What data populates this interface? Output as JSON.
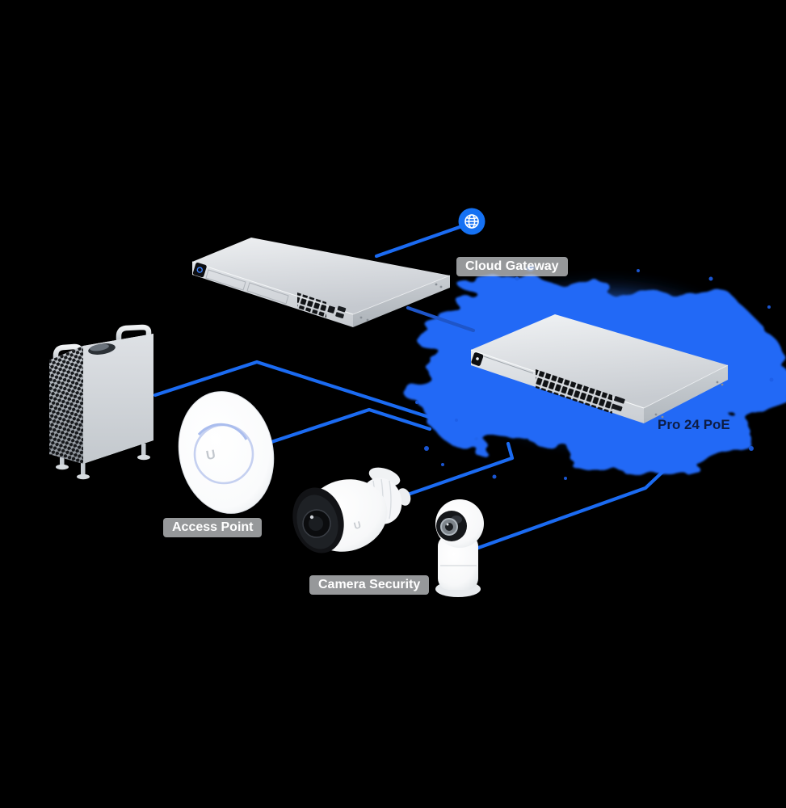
{
  "diagram": {
    "labels": {
      "cloud_gateway": "Cloud Gateway",
      "pro_24_poe": "Pro 24 PoE",
      "access_point": "Access Point",
      "camera_security": "Camera Security"
    },
    "device_marks": {
      "ap_logo": "U",
      "camera_logo": "U"
    },
    "icons": [
      {
        "name": "globe-icon",
        "meaning": "internet"
      }
    ],
    "connections": [
      {
        "from": "internet-globe",
        "to": "cloud-gateway"
      },
      {
        "from": "cloud-gateway",
        "to": "pro-24-poe-switch"
      },
      {
        "from": "workstation-tower",
        "to": "pro-24-poe-switch"
      },
      {
        "from": "access-point",
        "to": "pro-24-poe-switch"
      },
      {
        "from": "bullet-camera",
        "to": "pro-24-poe-switch"
      },
      {
        "from": "turret-camera",
        "to": "pro-24-poe-switch"
      }
    ],
    "colors": {
      "background": "#000000",
      "connection_line": "#1b6bf2",
      "connection_line_dark": "#1e55c8",
      "glow": "#2a70f8",
      "globe_fill": "#1571f3",
      "label_background": "rgba(208,210,214,0.72)",
      "label_text": "#ffffff",
      "highlight_label_text": "#0d1d45"
    }
  }
}
